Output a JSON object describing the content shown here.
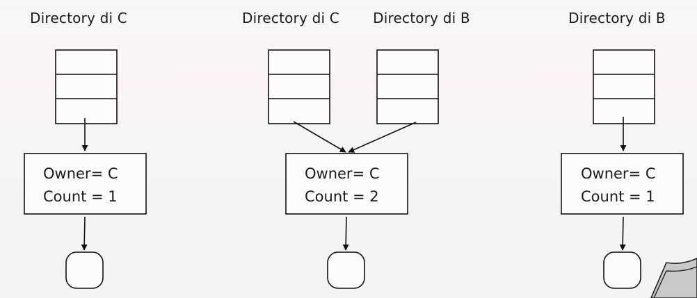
{
  "labels": {
    "dir_c_left": "Directory di C",
    "dir_c_middle": "Directory di C",
    "dir_b_middle": "Directory di B",
    "dir_b_right": "Directory di B"
  },
  "inodes": {
    "left": {
      "owner": "Owner= C",
      "count": "Count = 1"
    },
    "middle": {
      "owner": "Owner= C",
      "count": "Count = 2"
    },
    "right": {
      "owner": "Owner= C",
      "count": "Count = 1"
    }
  },
  "colors": {
    "stroke": "#111111",
    "box_fill": "#fdfbfb",
    "background_top": "#f7f7f7",
    "background_bottom": "#f4f4f4"
  }
}
